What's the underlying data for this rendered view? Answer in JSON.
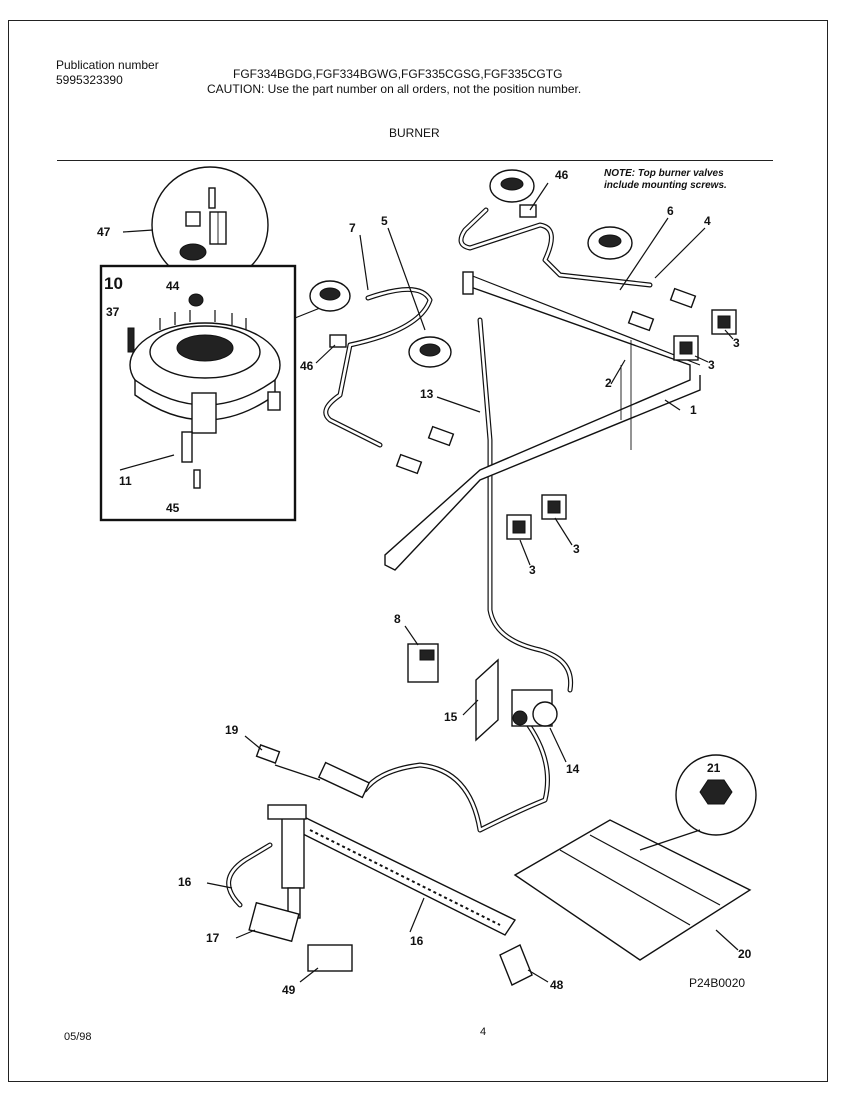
{
  "header": {
    "publication_label": "Publication number",
    "publication_number": "5995323390",
    "models": "FGF334BGDG,FGF334BGWG,FGF335CGSG,FGF335CGTG",
    "caution": "CAUTION:  Use the part number on all orders, not the position number.",
    "section_title": "BURNER"
  },
  "note": {
    "line1": "NOTE: Top burner valves",
    "line2": "include mounting screws."
  },
  "callouts": {
    "c47": "47",
    "c10": "10",
    "c44": "44",
    "c37": "37",
    "c11": "11",
    "c45": "45",
    "c7": "7",
    "c5": "5",
    "c46a": "46",
    "c46b": "46",
    "c6": "6",
    "c4": "4",
    "c13": "13",
    "c2": "2",
    "c1": "1",
    "c3a": "3",
    "c3b": "3",
    "c3c": "3",
    "c3d": "3",
    "c8": "8",
    "c15": "15",
    "c14": "14",
    "c19": "19",
    "c21": "21",
    "c16a": "16",
    "c16b": "16",
    "c17": "17",
    "c20": "20",
    "c49": "49",
    "c48": "48"
  },
  "diagram_code": "P24B0020",
  "footer": {
    "date": "05/98",
    "page": "4"
  }
}
